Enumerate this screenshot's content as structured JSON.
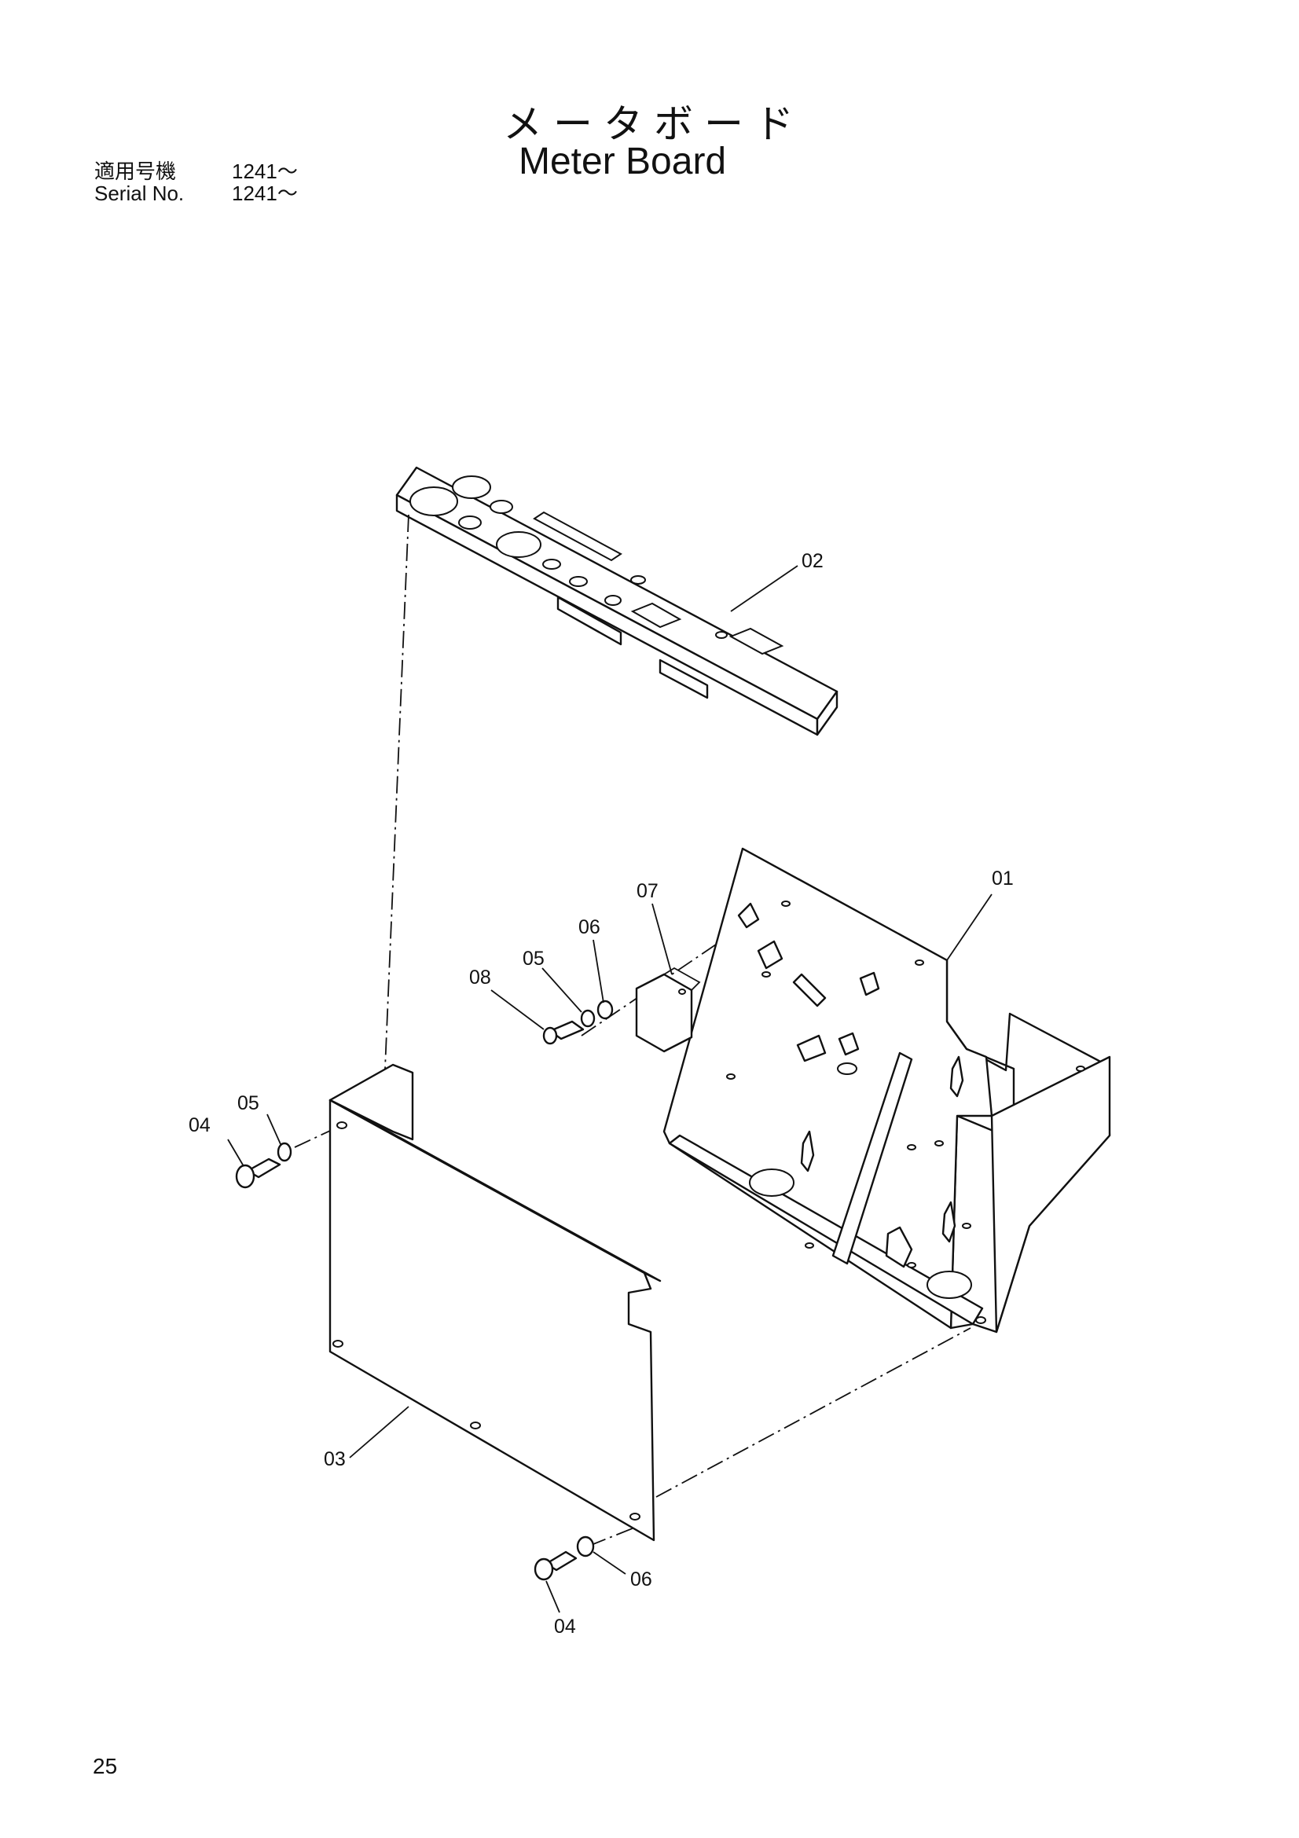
{
  "title": {
    "japanese": "メータボード",
    "english": "Meter Board"
  },
  "serial": [
    {
      "label": "適用号機",
      "value": "1241～"
    },
    {
      "label": "Serial No.",
      "value": "1241～"
    }
  ],
  "callouts": {
    "c01": "01",
    "c02": "02",
    "c03": "03",
    "c04a": "04",
    "c04b": "04",
    "c05a": "05",
    "c05b": "05",
    "c06a": "06",
    "c06b": "06",
    "c07": "07",
    "c08": "08"
  },
  "page_number": "25"
}
